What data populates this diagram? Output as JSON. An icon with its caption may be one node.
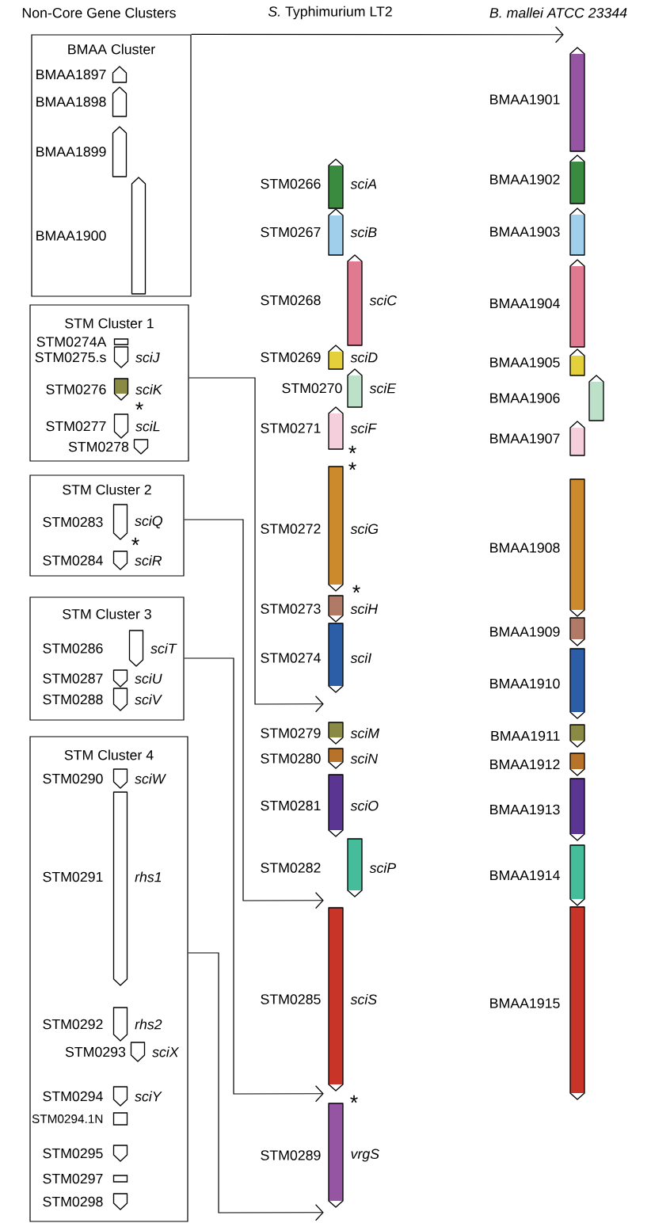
{
  "diagram": {
    "nodes": [
      {
        "text": [
          "BMAA Cluster"
        ]
      },
      {
        "text": [],
        "shape": "arrow",
        "beside": [
          "BMAA1897"
        ],
        "in": 0
      },
      {
        "text": [],
        "shape": "arrow",
        "beside": [
          "BMAA1898"
        ],
        "in": 0
      },
      {
        "text": [],
        "shape": "arrow",
        "beside": [
          "BMAA1899"
        ],
        "in": 0
      },
      {
        "text": [],
        "shape": "arrow",
        "beside": [
          "BMAA1900"
        ],
        "in": 0
      },
      {
        "text": [
          "STM Cluster 1"
        ]
      },
      {
        "text": [],
        "shape": "box",
        "beside": [
          "STM0274A"
        ],
        "in": 5
      },
      {
        "text": [],
        "shape": "arrow",
        "beside": [
          "STM0275.s",
          "sciJ"
        ],
        "in": 5
      },
      {
        "text": [],
        "shape": "arrow",
        "beside": [
          "STM0276",
          "sciK"
        ],
        "in": 5
      },
      {
        "text": [],
        "shape": "arrow",
        "beside": [
          "STM0277",
          "sciL"
        ],
        "in": 5
      },
      {
        "text": [],
        "shape": "arrow",
        "beside": [
          "STM0278"
        ],
        "in": 5
      },
      {
        "text": [
          "STM Cluster 2"
        ]
      },
      {
        "text": [],
        "shape": "arrow",
        "beside": [
          "STM0283",
          "sciQ"
        ],
        "in": 11
      },
      {
        "text": [],
        "shape": "arrow",
        "beside": [
          "STM0284",
          "sciR"
        ],
        "in": 11
      },
      {
        "text": [
          "STM Cluster 3"
        ]
      },
      {
        "text": [],
        "shape": "arrow",
        "beside": [
          "STM0286",
          "sciT"
        ],
        "in": 14
      },
      {
        "text": [],
        "shape": "arrow",
        "beside": [
          "STM0287",
          "sciU"
        ],
        "in": 14
      },
      {
        "text": [],
        "shape": "arrow",
        "beside": [
          "STM0288",
          "sciV"
        ],
        "in": 14
      },
      {
        "text": [
          "STM Cluster 4"
        ]
      },
      {
        "text": [],
        "shape": "arrow",
        "beside": [
          "STM0290",
          "sciW"
        ],
        "in": 18
      },
      {
        "text": [],
        "shape": "arrow",
        "beside": [
          "STM0291",
          "rhs1"
        ],
        "in": 18
      },
      {
        "text": [],
        "shape": "arrow",
        "beside": [
          "STM0292",
          "rhs2"
        ],
        "in": 18
      },
      {
        "text": [],
        "shape": "arrow",
        "beside": [
          "STM0293",
          "sciX"
        ],
        "in": 18
      },
      {
        "text": [],
        "shape": "arrow",
        "beside": [
          "STM0294",
          "sciY"
        ],
        "in": 18
      },
      {
        "text": [],
        "shape": "box",
        "beside": [
          "STM0294.1N"
        ],
        "in": 18
      },
      {
        "text": [],
        "shape": "arrow",
        "beside": [
          "STM0295"
        ],
        "in": 18
      },
      {
        "text": [],
        "shape": "box",
        "beside": [
          "STM0297"
        ],
        "in": 18
      },
      {
        "text": [],
        "shape": "arrow",
        "beside": [
          "STM0298"
        ],
        "in": 18
      },
      {
        "text": [],
        "shape": "arrow",
        "beside": [
          "STM0266",
          "sciA"
        ]
      },
      {
        "text": [],
        "shape": "arrow",
        "beside": [
          "STM0267",
          "sciB"
        ]
      },
      {
        "text": [],
        "shape": "arrow",
        "beside": [
          "STM0268",
          "sciC"
        ]
      },
      {
        "text": [],
        "shape": "arrow",
        "beside": [
          "STM0269",
          "sciD"
        ]
      },
      {
        "text": [],
        "shape": "arrow",
        "beside": [
          "STM0270",
          "sciE"
        ]
      },
      {
        "text": [],
        "shape": "arrow",
        "beside": [
          "STM0271",
          "sciF"
        ]
      },
      {
        "text": [],
        "shape": "arrow",
        "beside": [
          "STM0272",
          "sciG"
        ]
      },
      {
        "text": [],
        "shape": "arrow",
        "beside": [
          "STM0273",
          "sciH"
        ]
      },
      {
        "text": [],
        "shape": "arrow",
        "beside": [
          "STM0274",
          "sciI"
        ]
      },
      {
        "text": [],
        "shape": "arrow",
        "beside": [
          "STM0279",
          "sciM"
        ]
      },
      {
        "text": [],
        "shape": "arrow",
        "beside": [
          "STM0280",
          "sciN"
        ]
      },
      {
        "text": [],
        "shape": "arrow",
        "beside": [
          "STM0281",
          "sciO"
        ]
      },
      {
        "text": [],
        "shape": "arrow",
        "beside": [
          "STM0282",
          "sciP"
        ]
      },
      {
        "text": [],
        "shape": "arrow",
        "beside": [
          "STM0285",
          "sciS"
        ]
      },
      {
        "text": [],
        "shape": "arrow",
        "beside": [
          "STM0289",
          "vrgS"
        ]
      },
      {
        "text": [],
        "shape": "arrow",
        "beside": [
          "BMAA1901"
        ]
      },
      {
        "text": [],
        "shape": "arrow",
        "beside": [
          "BMAA1902"
        ]
      },
      {
        "text": [],
        "shape": "arrow",
        "beside": [
          "BMAA1903"
        ]
      },
      {
        "text": [],
        "shape": "arrow",
        "beside": [
          "BMAA1904"
        ]
      },
      {
        "text": [],
        "shape": "arrow",
        "beside": [
          "BMAA1905"
        ]
      },
      {
        "text": [],
        "shape": "arrow",
        "beside": [
          "BMAA1906"
        ]
      },
      {
        "text": [],
        "shape": "arrow",
        "beside": [
          "BMAA1907"
        ]
      },
      {
        "text": [],
        "shape": "arrow",
        "beside": [
          "BMAA1908"
        ]
      },
      {
        "text": [],
        "shape": "arrow",
        "beside": [
          "BMAA1909"
        ]
      },
      {
        "text": [],
        "shape": "arrow",
        "beside": [
          "BMAA1910"
        ]
      },
      {
        "text": [],
        "shape": "arrow",
        "beside": [
          "BMAA1911"
        ]
      },
      {
        "text": [],
        "shape": "arrow",
        "beside": [
          "BMAA1912"
        ]
      },
      {
        "text": [],
        "shape": "arrow",
        "beside": [
          "BMAA1913"
        ]
      },
      {
        "text": [],
        "shape": "arrow",
        "beside": [
          "BMAA1914"
        ]
      },
      {
        "text": [],
        "shape": "arrow",
        "beside": [
          "BMAA1915"
        ]
      }
    ],
    "edges": [
      {
        "from": 0,
        "to": 43,
        "arrow": "to"
      },
      {
        "from": 5,
        "to": 37,
        "arrow": "to"
      },
      {
        "from": 11,
        "to": 41,
        "arrow": "to"
      },
      {
        "from": 14,
        "to": 42,
        "arrow": "to"
      },
      {
        "from": 18,
        "to": 42,
        "arrow": "to"
      }
    ],
    "labels": [
      "Non-Core Gene Clusters",
      "*S.* Typhimurium LT2",
      "B. mallei ATCC 23344",
      "*",
      "*",
      "*",
      "*",
      "*",
      "*"
    ]
  }
}
